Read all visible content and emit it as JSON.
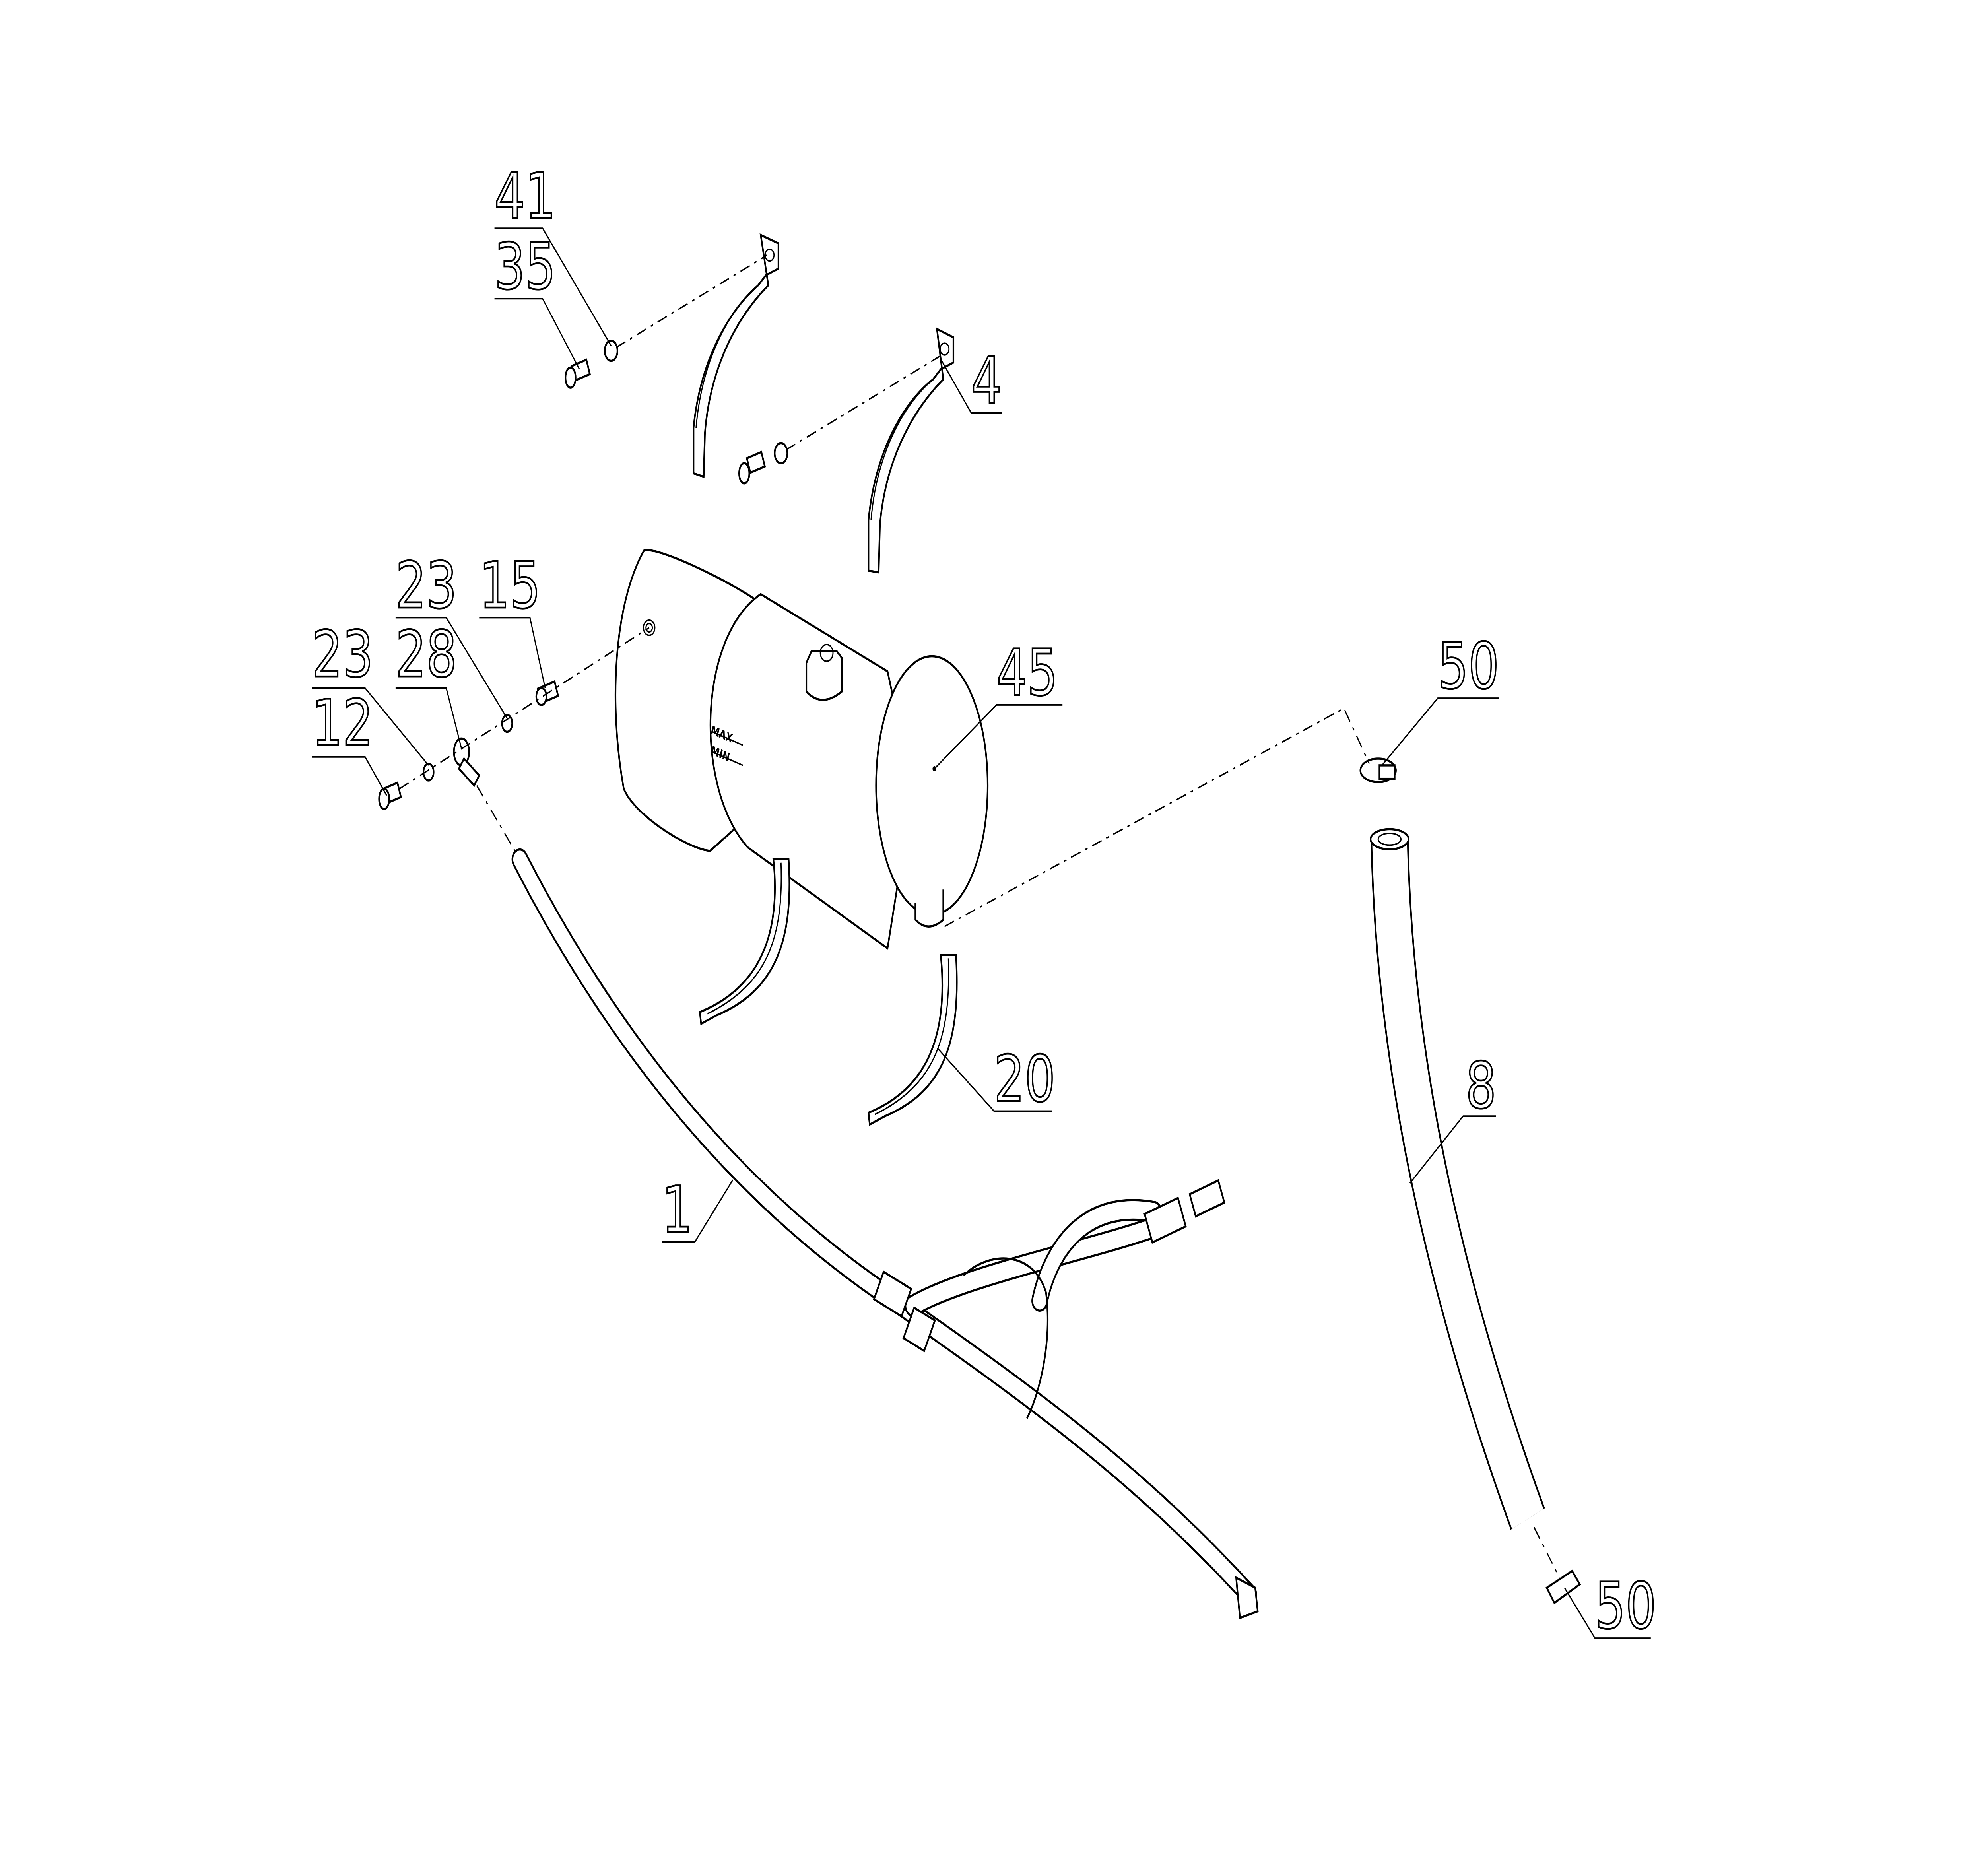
{
  "diagram": {
    "callouts": {
      "c41": "41",
      "c35": "35",
      "c4": "4",
      "c23a": "23",
      "c15": "15",
      "c23b": "23",
      "c28": "28",
      "c12": "12",
      "c45": "45",
      "c50a": "50",
      "c20": "20",
      "c1": "1",
      "c8": "8",
      "c50b": "50"
    },
    "tank_marks": {
      "max": "MAX",
      "min": "MIN"
    }
  }
}
